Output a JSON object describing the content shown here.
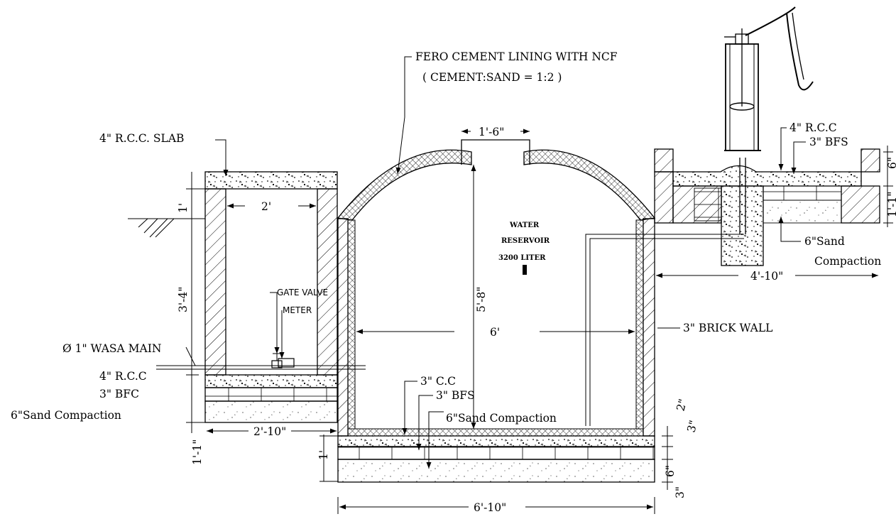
{
  "labels": {
    "fero_cement": "FERO CEMENT LINING WITH NCF",
    "cement_ratio": "( CEMENT:SAND = 1:2 )",
    "rcc_slab": "4\" R.C.C. SLAB",
    "dome_opening": "1'-6\"",
    "water": "WATER",
    "reservoir": "RESERVOIR",
    "capacity": "3200 LITER",
    "rcc_right": "4\" R.C.C",
    "bfs_right": "3\" BFS",
    "sand_right_1": "6\"Sand",
    "sand_right_2": "Compaction",
    "dim_right_width": "4'-10\"",
    "dim_right_height": "1'-1\"",
    "dim_right_slab": "6\"",
    "brick_wall": "3\" BRICK WALL",
    "dim_width_inner": "6'",
    "dim_height_inner": "5'-8\"",
    "dim_chamber_width": "2'",
    "dim_chamber_top": "1'",
    "dim_chamber_height": "3'-4\"",
    "gate_valve": "GATE VALVE",
    "meter": "METER",
    "wasa_main": "Ø 1\" WASA MAIN",
    "rcc_left": "4\" R.C.C",
    "bfc_left": "3\" BFC",
    "sand_left": "6\"Sand Compaction",
    "dim_left_base": "1'-1\"",
    "dim_left_width": "2'-10\"",
    "cc_bottom": "3\" C.C",
    "bfs_bottom": "3\" BFS",
    "sand_bottom": "6\"Sand Compaction",
    "dim_bottom_left": "1'",
    "dim_bottom_total": "6'-10\"",
    "dim_br_2": "2\"",
    "dim_br_3a": "3\"",
    "dim_br_6": "6\"",
    "dim_br_3b": "3\""
  }
}
